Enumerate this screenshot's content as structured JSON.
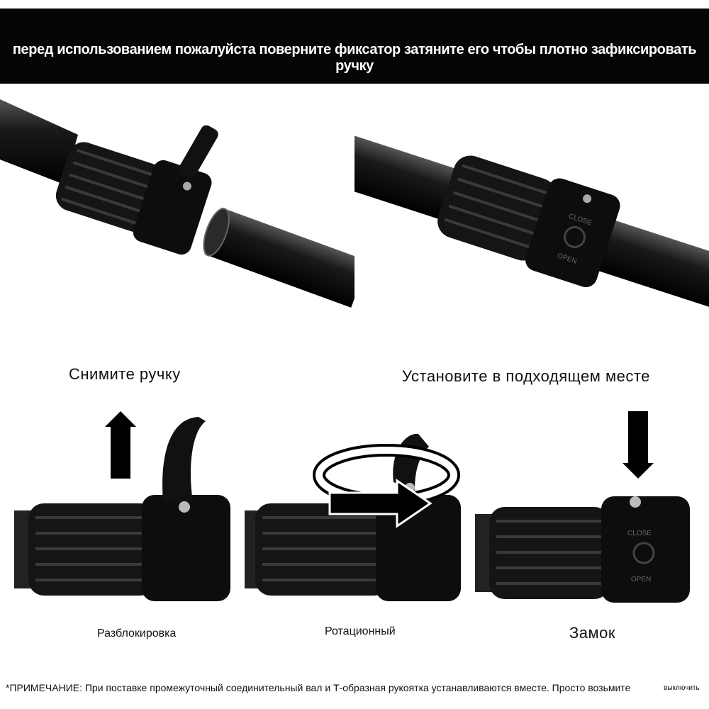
{
  "banner": {
    "text": "перед использованием пожалуйста поверните фиксатор затяните его чтобы плотно зафиксировать ручку"
  },
  "steps": {
    "remove_label": "Снимите ручку",
    "install_label": "Установите в подходящем месте",
    "unlock_label": "Разблокировка",
    "rotate_label": "Ротационный",
    "lock_label": "Замок"
  },
  "clamp_marks": {
    "close": "CLOSE",
    "open": "OPEN"
  },
  "note": {
    "text": "*ПРИМЕЧАНИЕ: При поставке промежуточный соединительный вал и Т-образная рукоятка устанавливаются вместе. Просто возьмите",
    "tail": "выключить"
  }
}
